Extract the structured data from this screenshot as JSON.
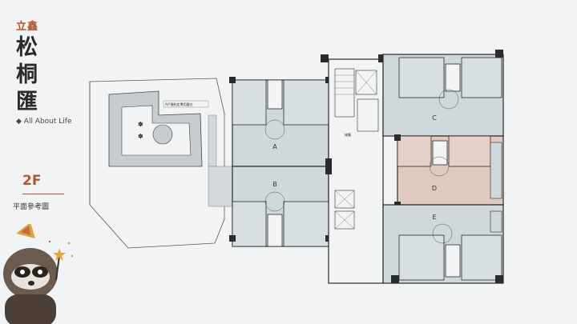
{
  "brand": {
    "name_small": "立鑫",
    "name_large_1": "松",
    "name_large_2": "桐",
    "name_large_3": "匯",
    "tagline": "◆ All About Life"
  },
  "floor_label": "2F",
  "caption": "平面參考圖",
  "plan": {
    "units": [
      "A",
      "B",
      "C",
      "D",
      "E"
    ],
    "terrace_note": "A戶獨約定專用露台",
    "stair_label": "梯廳",
    "colors": {
      "wall": "#2b2b2b",
      "room_fill": "#cfd8da",
      "unit_d_fill": "#e2c9c0",
      "terrace_fill": "#c8ccce",
      "paper": "#f2f3f4",
      "accent": "#b4552a"
    }
  }
}
